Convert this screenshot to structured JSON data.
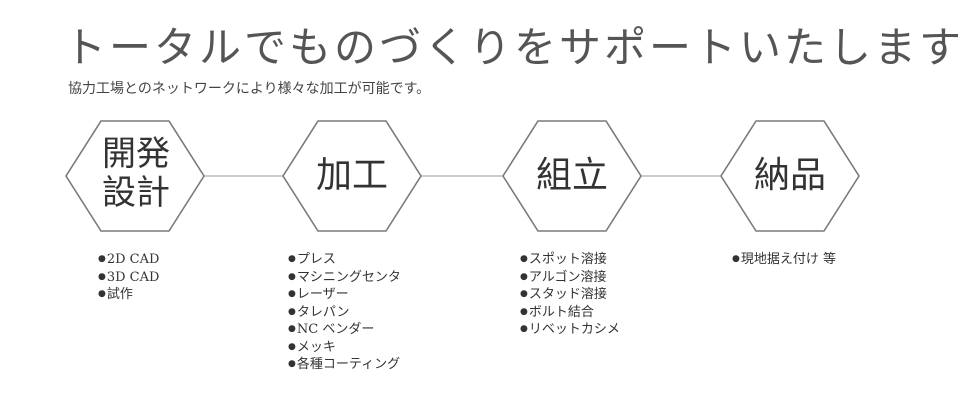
{
  "heading": {
    "title": "トータルでものづくりをサポートいたします。",
    "subtitle": "協力工場とのネットワークにより様々な加工が可能です。"
  },
  "steps": [
    {
      "label": "開発設計",
      "items": [
        "2D CAD",
        "3D CAD",
        "試作"
      ]
    },
    {
      "label": "加工",
      "items": [
        "プレス",
        "マシニングセンタ",
        "レーザー",
        "タレパン",
        "NC ベンダー",
        "メッキ",
        "各種コーティング"
      ]
    },
    {
      "label": "組立",
      "items": [
        "スポット溶接",
        "アルゴン溶接",
        "スタッド溶接",
        "ボルト結合",
        "リベットカシメ"
      ]
    },
    {
      "label": "納品",
      "items": [
        "現地据え付け 等"
      ]
    }
  ],
  "colors": {
    "hexagon_stroke": "#7a7a7a",
    "connector": "#9a9a9a",
    "text": "#333333",
    "heading": "#555555"
  }
}
